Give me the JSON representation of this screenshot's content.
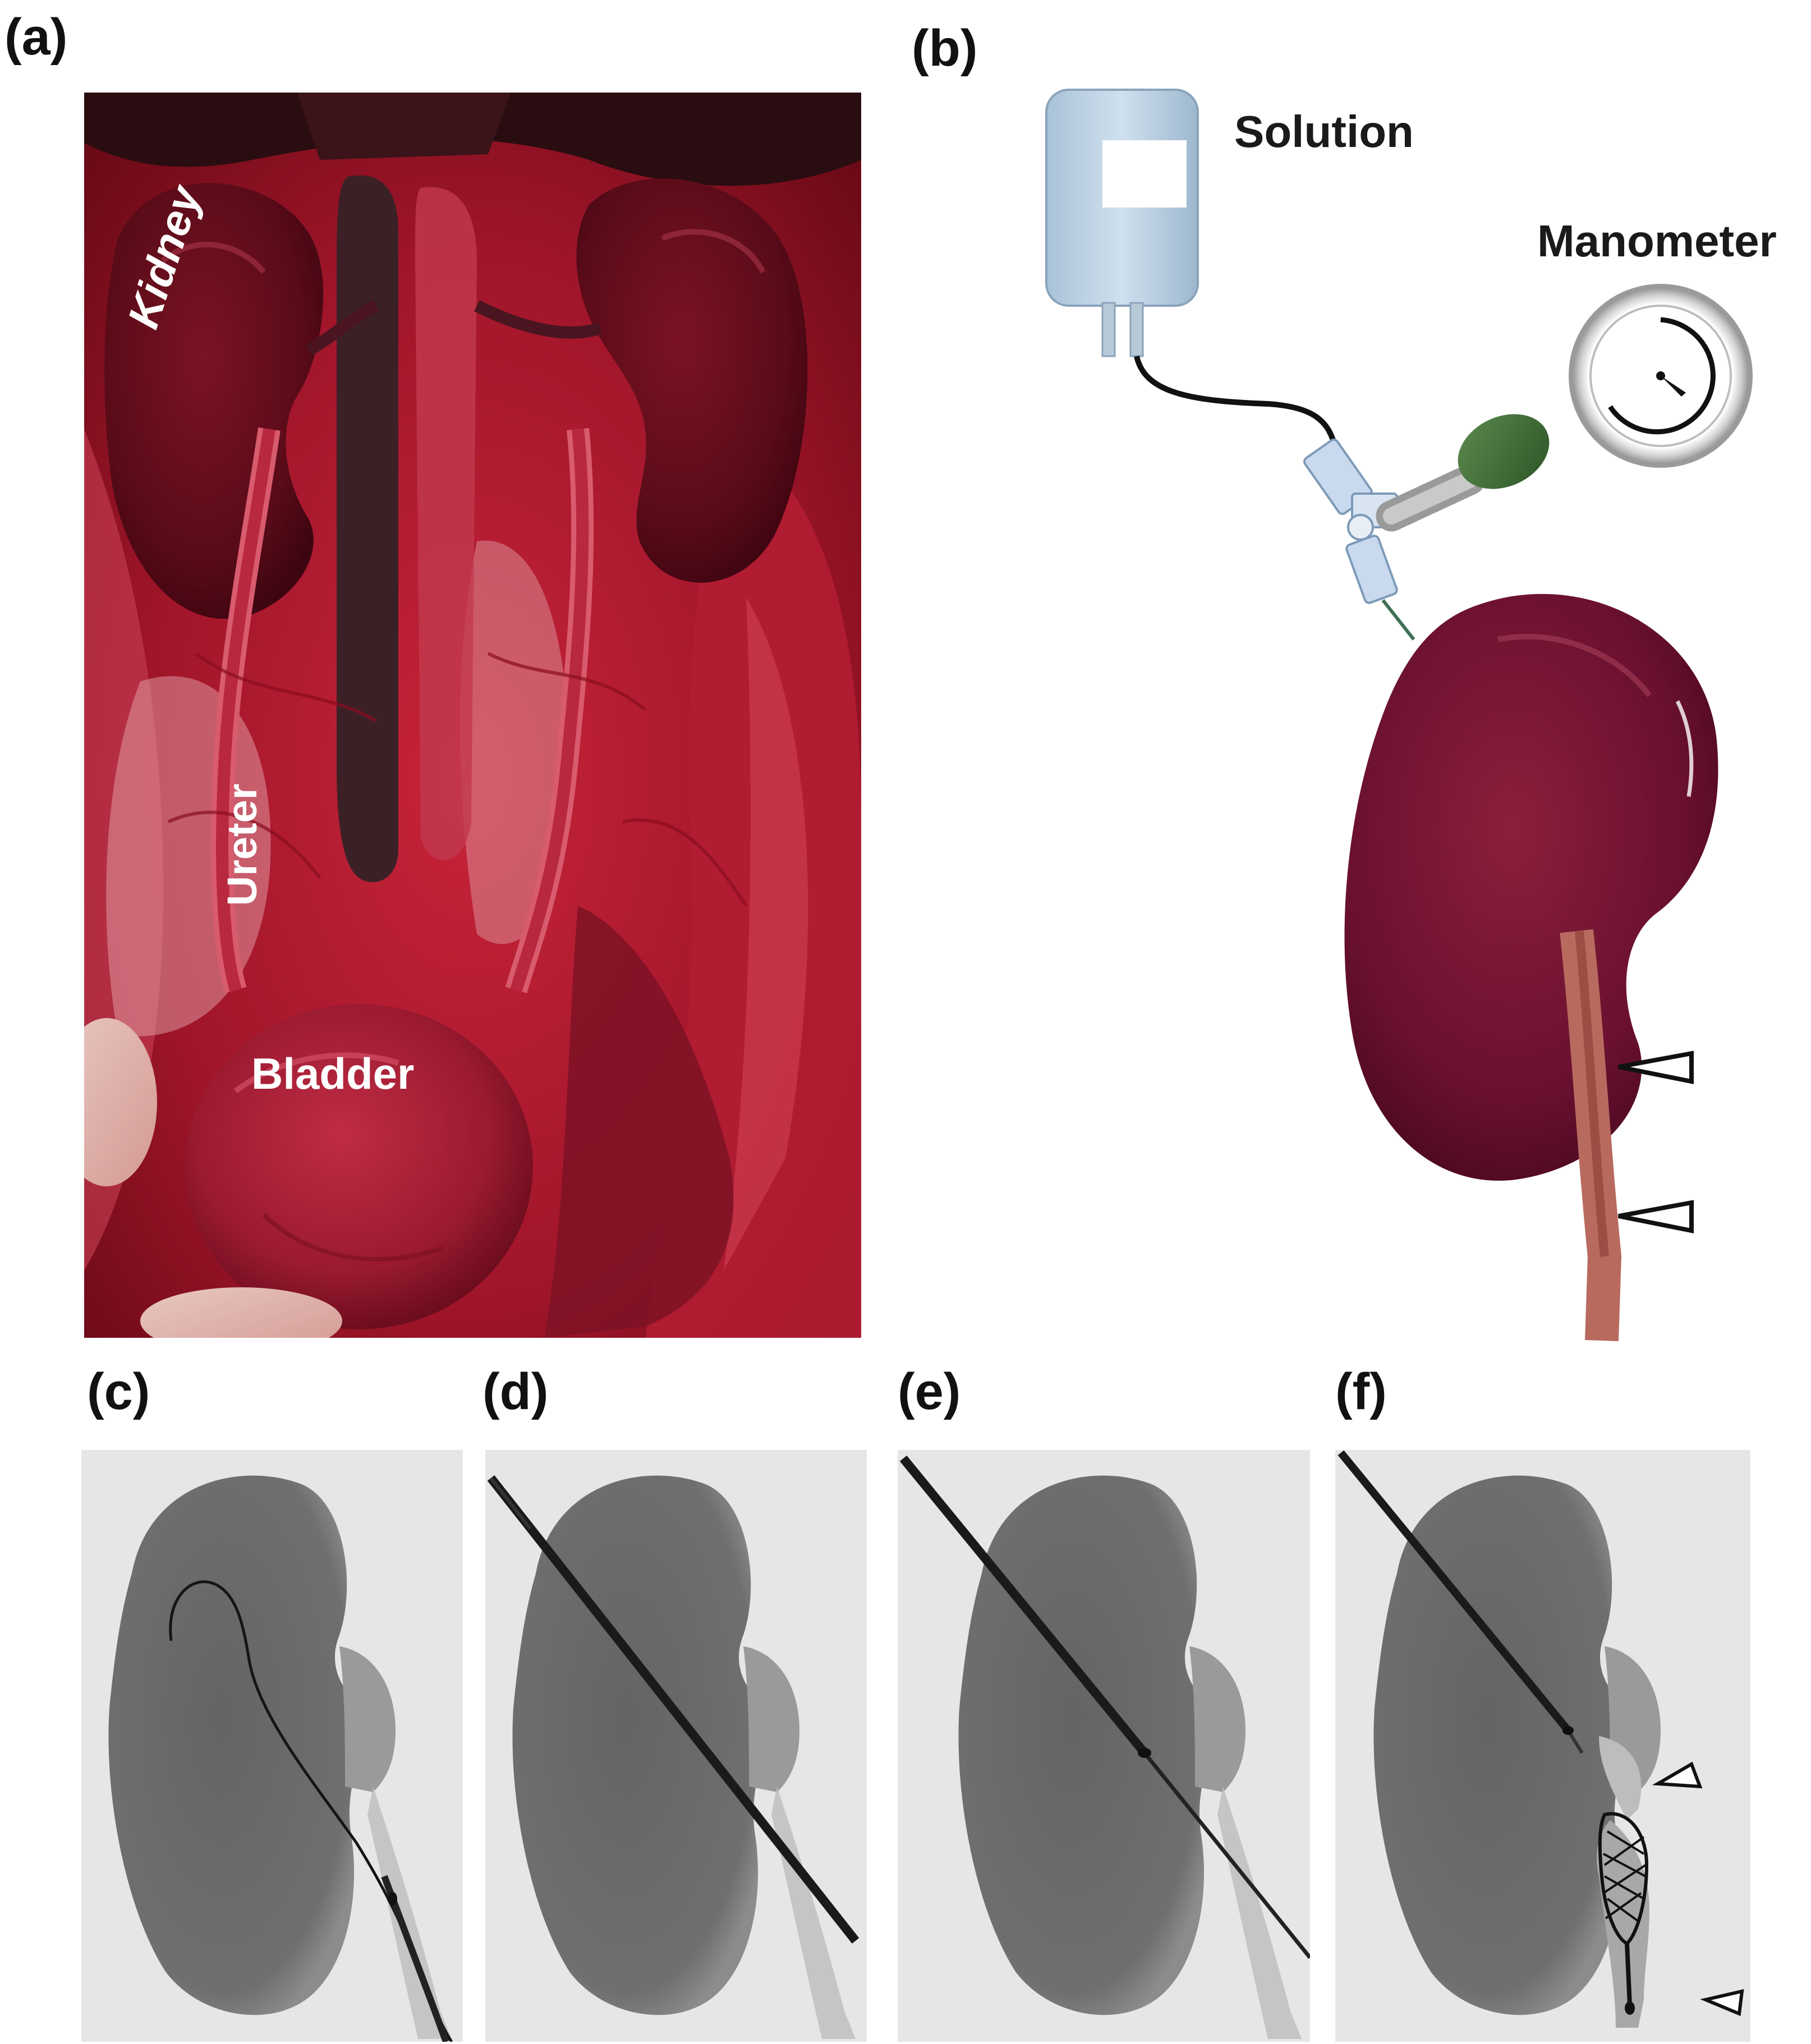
{
  "figure": {
    "panels": [
      {
        "id": "a",
        "label": "(a)"
      },
      {
        "id": "b",
        "label": "(b)"
      },
      {
        "id": "c",
        "label": "(c)"
      },
      {
        "id": "d",
        "label": "(d)"
      },
      {
        "id": "e",
        "label": "(e)"
      },
      {
        "id": "f",
        "label": "(f)"
      }
    ]
  },
  "photo_a": {
    "labels": {
      "kidney": "Kidney",
      "ureter": "Ureter",
      "bladder": "Bladder"
    }
  },
  "diagram_b": {
    "solution_label": "Solution",
    "manometer_label": "Manometer"
  },
  "colors": {
    "tissue_dark": "#6b0c18",
    "tissue_red": "#b3152a",
    "xray_background": "#e6e6e6",
    "xray_kidney": "#6e6e6e",
    "bag_blue": "#bcd3e6",
    "connector_green": "#3d6b34"
  },
  "icons": [
    "solution-bag-icon",
    "manometer-icon",
    "stopcock-icon",
    "arrowhead-icon"
  ]
}
